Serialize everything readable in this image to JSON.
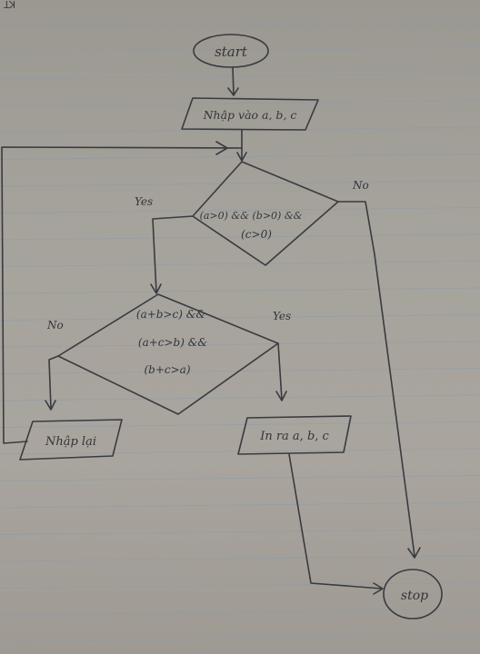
{
  "notebook": {
    "header_mark": "KT"
  },
  "flowchart": {
    "start": "start",
    "input": "Nhập vào a, b, c",
    "cond1": {
      "line1": "(a>0) && (b>0) &&",
      "line2": "(c>0)"
    },
    "cond2": {
      "line1": "(a+b>c) &&",
      "line2": "(a+c>b) &&",
      "line3": "(b+c>a)"
    },
    "reenter": "Nhập lại",
    "output": "In ra a, b, c",
    "stop": "stop",
    "yes1": "Yes",
    "no1": "No",
    "yes2": "Yes",
    "no2": "No"
  },
  "colors": {
    "paper": "#a6a39c",
    "ink": "#3a3a40",
    "ruling": "#8c9aa8",
    "margin": "#b07c84"
  }
}
